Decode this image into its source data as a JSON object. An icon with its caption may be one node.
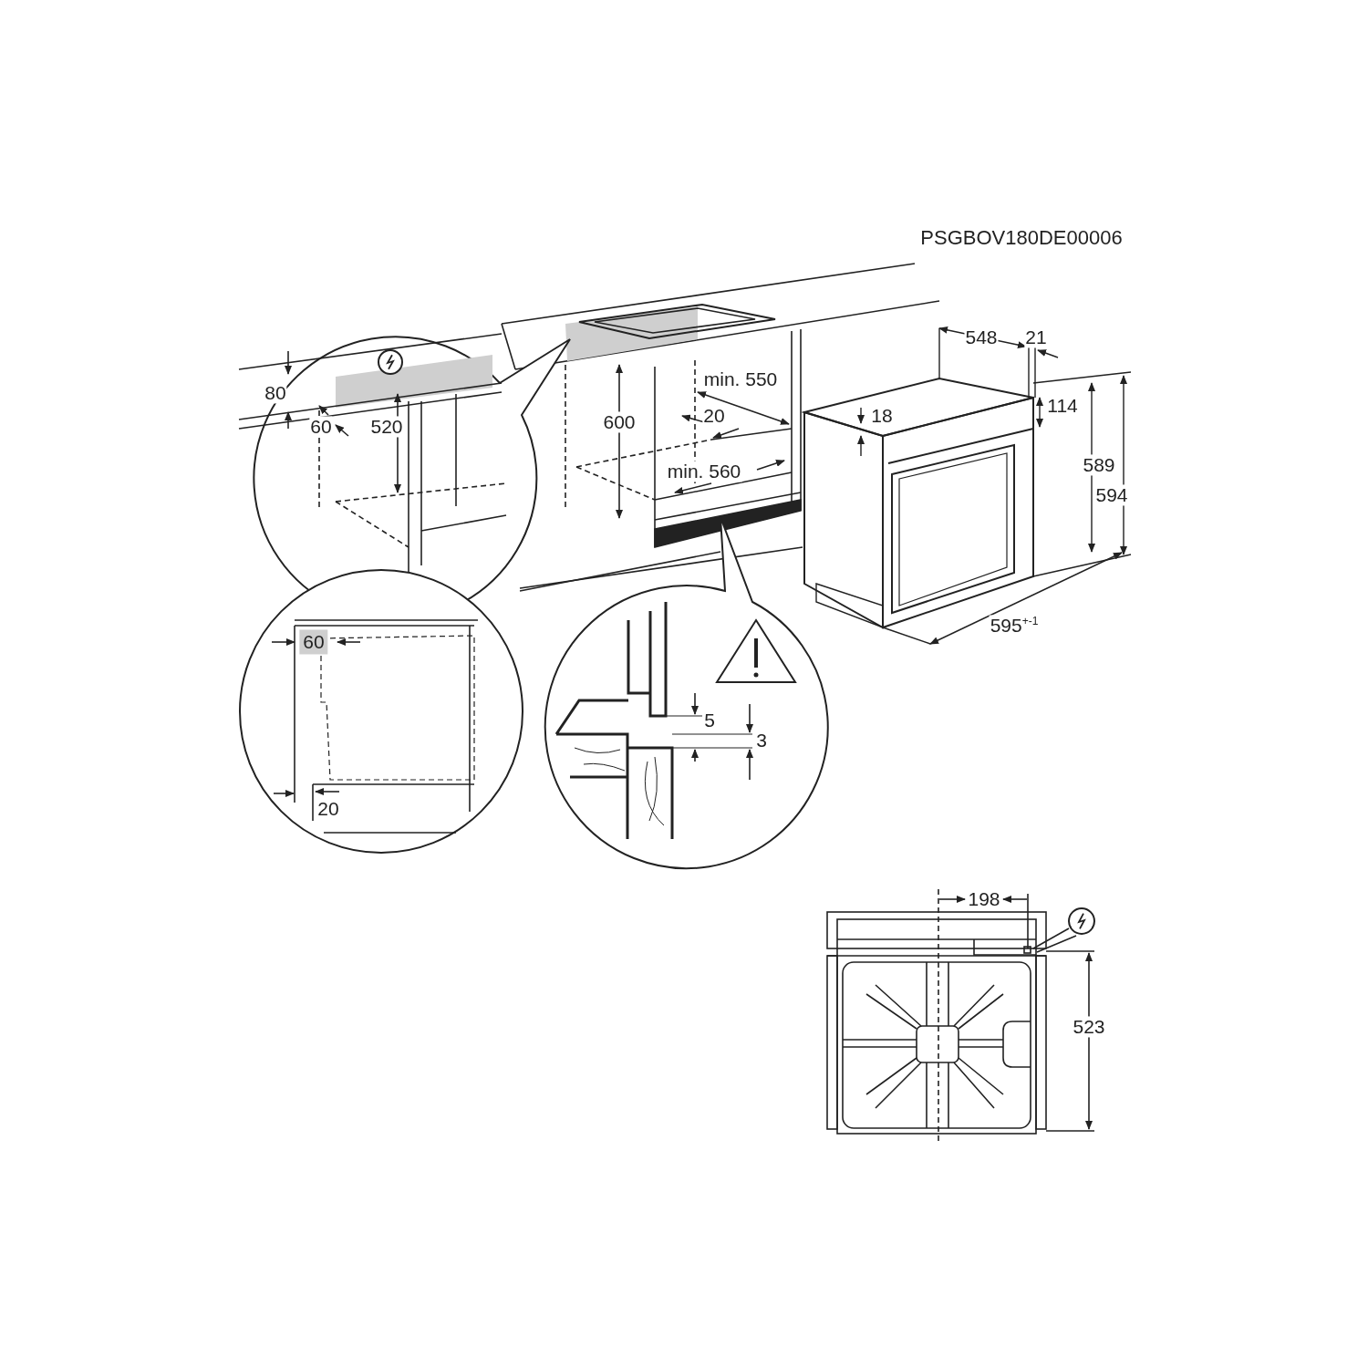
{
  "diagram": {
    "labels": [
      "PSGBOV180DE00006",
      "548",
      "21",
      "80",
      "min. 550",
      "114",
      "60",
      "520",
      "600",
      "20",
      "18",
      "589",
      "min. 560",
      "594",
      "60",
      "595$^{+-1}$",
      "5",
      "3",
      "20",
      "198",
      "523"
    ]
  }
}
